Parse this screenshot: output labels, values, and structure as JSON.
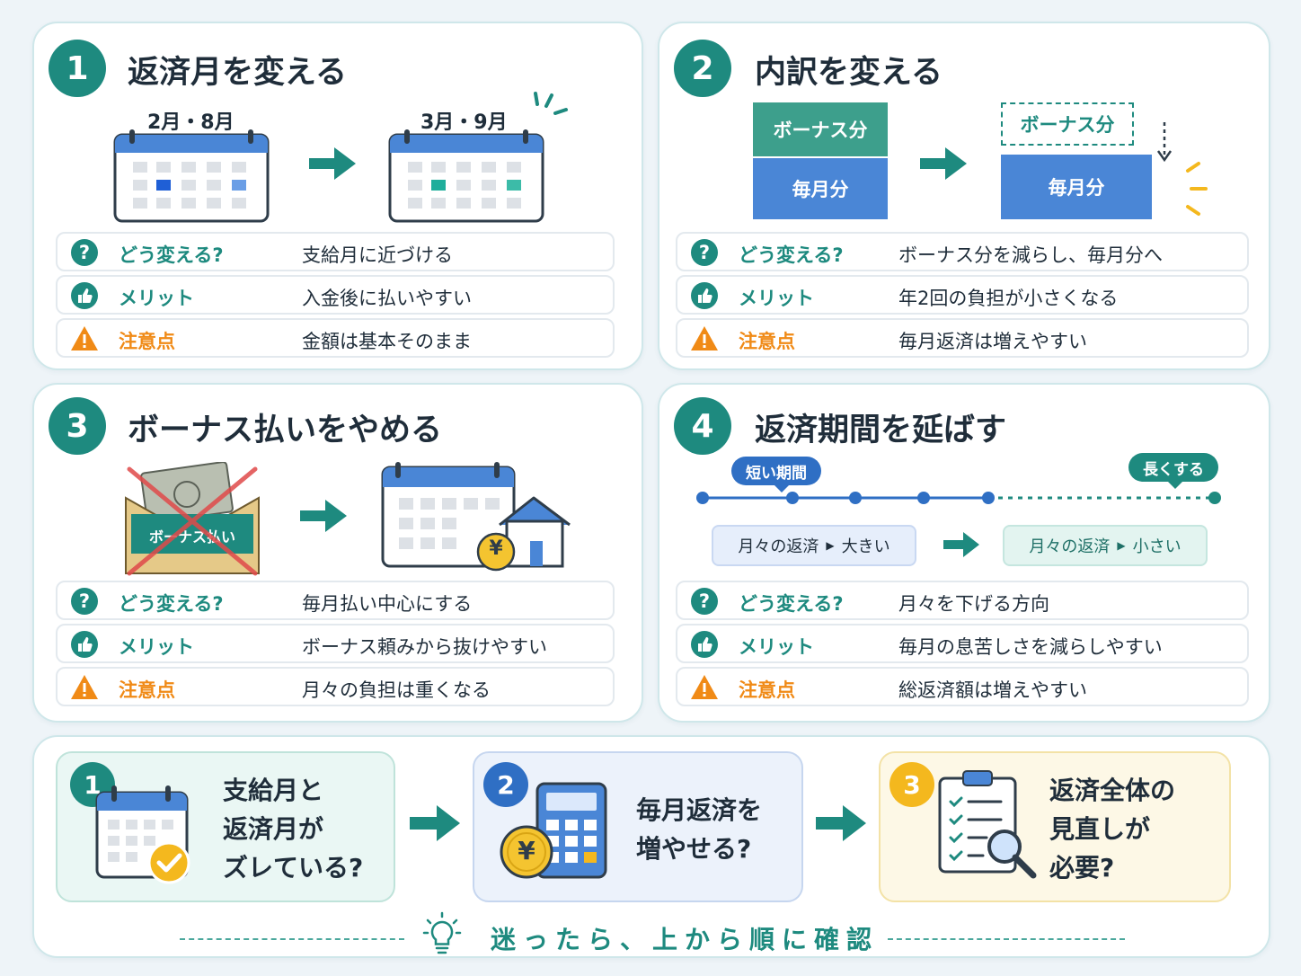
{
  "labels": {
    "how": "どう変える?",
    "merit": "メリット",
    "caution": "注意点"
  },
  "cards": [
    {
      "num": "1",
      "title": "返済月を変える",
      "from_label": "2月・8月",
      "to_label": "3月・9月",
      "rows": [
        "支給月に近づける",
        "入金後に払いやすい",
        "金額は基本そのまま"
      ]
    },
    {
      "num": "2",
      "title": "内訳を変える",
      "bonus_label": "ボーナス分",
      "monthly_label": "毎月分",
      "rows": [
        "ボーナス分を減らし、毎月分へ",
        "年2回の負担が小さくなる",
        "毎月返済は増えやすい"
      ]
    },
    {
      "num": "3",
      "title": "ボーナス払いをやめる",
      "envelope_label": "ボーナス払い",
      "yen": "¥",
      "rows": [
        "毎月払い中心にする",
        "ボーナス頼みから抜けやすい",
        "月々の負担は重くなる"
      ]
    },
    {
      "num": "4",
      "title": "返済期間を延ばす",
      "short_tag": "短い期間",
      "long_tag": "長くする",
      "box_left_a": "月々の返済",
      "box_left_b": "大きい",
      "box_right_a": "月々の返済",
      "box_right_b": "小さい",
      "rows": [
        "月々を下げる方向",
        "毎月の息苦しさを減らしやすい",
        "総返済額は増えやすい"
      ]
    }
  ],
  "steps": [
    {
      "num": "1",
      "text": "支給月と\n返済月が\nズレている?"
    },
    {
      "num": "2",
      "text": "毎月返済を\n増やせる?",
      "yen": "¥"
    },
    {
      "num": "3",
      "text": "返済全体の\n見直しが\n必要?"
    }
  ],
  "footer": "迷ったら、上から順に確認",
  "colors": {
    "teal": "#1e8a7f",
    "blue": "#4a86d6",
    "orange": "#f08a16",
    "yellow": "#f4b81e"
  }
}
